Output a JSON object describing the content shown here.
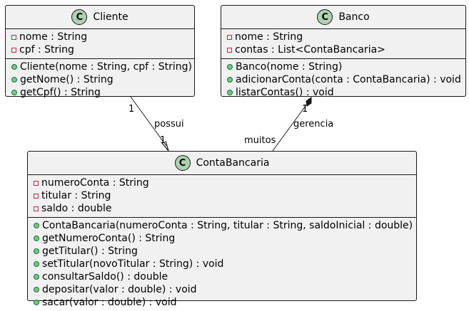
{
  "classes": {
    "cliente": {
      "name": "Cliente",
      "icon": "C",
      "attributes": [
        "nome : String",
        "cpf : String"
      ],
      "methods": [
        "Cliente(nome : String, cpf : String)",
        "getNome() : String",
        "getCpf() : String"
      ]
    },
    "banco": {
      "name": "Banco",
      "icon": "C",
      "attributes": [
        "nome : String",
        "contas : List<ContaBancaria>"
      ],
      "methods": [
        "Banco(nome : String)",
        "adicionarConta(conta : ContaBancaria) : void",
        "listarContas() : void"
      ]
    },
    "conta": {
      "name": "ContaBancaria",
      "icon": "C",
      "attributes": [
        "numeroConta : String",
        "titular : String",
        "saldo : double"
      ],
      "methods": [
        "ContaBancaria(numeroConta : String, titular : String, saldoInicial : double)",
        "getNumeroConta() : String",
        "getTitular() : String",
        "setTitular(novoTitular : String) : void",
        "consultarSaldo() : double",
        "depositar(valor : double) : void",
        "sacar(valor : double) : void"
      ]
    }
  },
  "relations": {
    "possui": {
      "label": "possui",
      "source_multiplicity": "1",
      "target_multiplicity": "1"
    },
    "gerencia": {
      "label": "gerencia",
      "source_multiplicity": "1",
      "target_multiplicity": "muitos"
    }
  },
  "colors": {
    "class_fill": "#f1f1f1",
    "border": "#181818",
    "class_icon": "#add1b2",
    "private_marker": "#c82930",
    "public_marker": "#84be84"
  }
}
